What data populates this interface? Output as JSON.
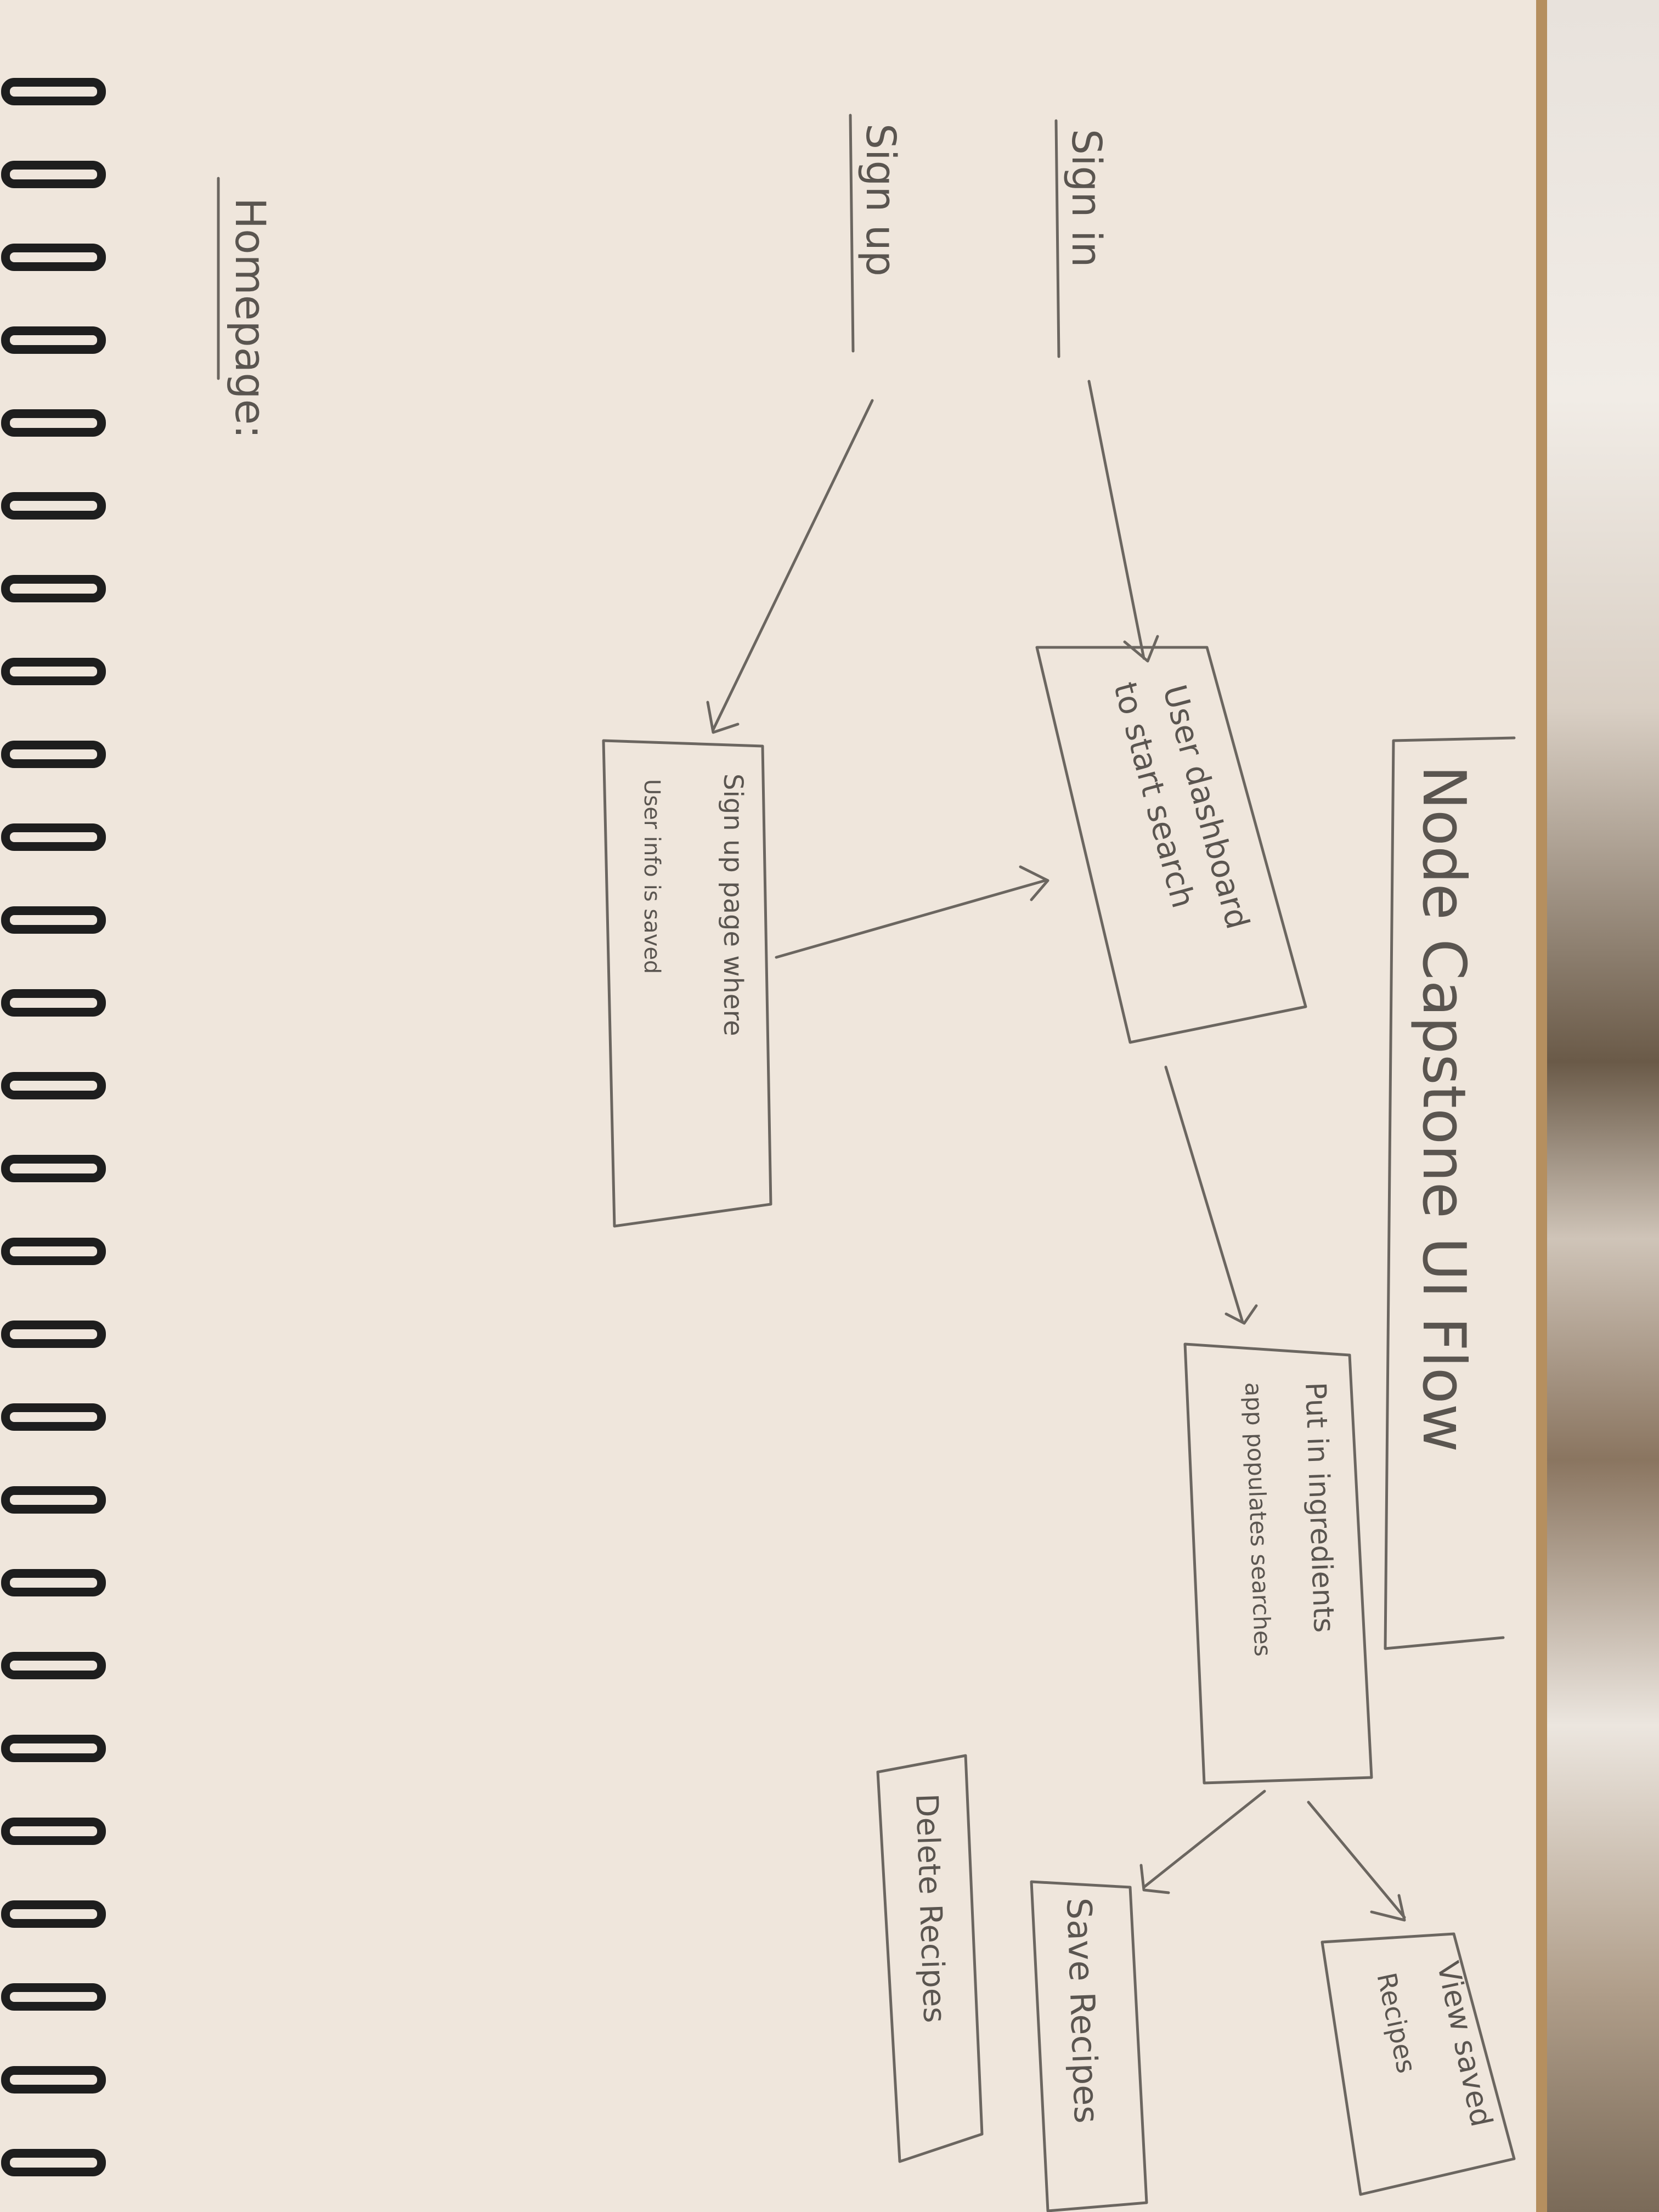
{
  "title": "Node Capstone UI Flow",
  "homepage_label": "Homepage:",
  "nodes": {
    "sign_in": "Sign in",
    "sign_up": "Sign up",
    "dashboard": [
      "User dashboard",
      "to start search"
    ],
    "signup_page": [
      "Sign up page where",
      "User info is saved"
    ],
    "ingredients": [
      "Put in ingredients",
      "app populates searches"
    ],
    "view_saved": [
      "View saved",
      "Recipes"
    ],
    "save_recipes": "Save Recipes",
    "delete_recipes": "Delete Recipes"
  },
  "colors": {
    "paper": "#efe6dc",
    "pencil": "#5a5550",
    "spiral": "#1e1e1e"
  }
}
